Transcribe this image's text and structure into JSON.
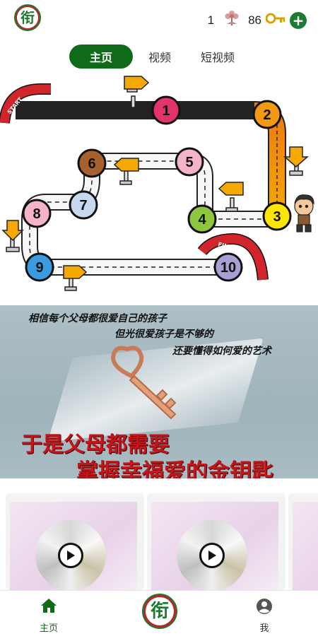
{
  "header": {
    "logo_char": "衔",
    "count_a": "1",
    "count_b": "86"
  },
  "tabs": [
    {
      "label": "主页"
    },
    {
      "label": "视频"
    },
    {
      "label": "短视频"
    }
  ],
  "map": {
    "start_label": "START",
    "finish_label": "FINISH",
    "nodes": [
      "1",
      "2",
      "3",
      "4",
      "5",
      "6",
      "7",
      "8",
      "9",
      "10"
    ]
  },
  "banner": {
    "line1": "相信每个父母都很爱自己的孩子",
    "line2": "但光很爱孩子是不够的",
    "line3": "还要懂得如何爱的艺术",
    "headline1": "于是父母都需要",
    "headline2": "掌握幸福爱的金钥匙"
  },
  "bottom_nav": {
    "home_label": "主页",
    "logo_char": "衔",
    "me_label": "我"
  },
  "colors": {
    "brand_green": "#0f6b1a",
    "brand_red": "#b9262a"
  }
}
